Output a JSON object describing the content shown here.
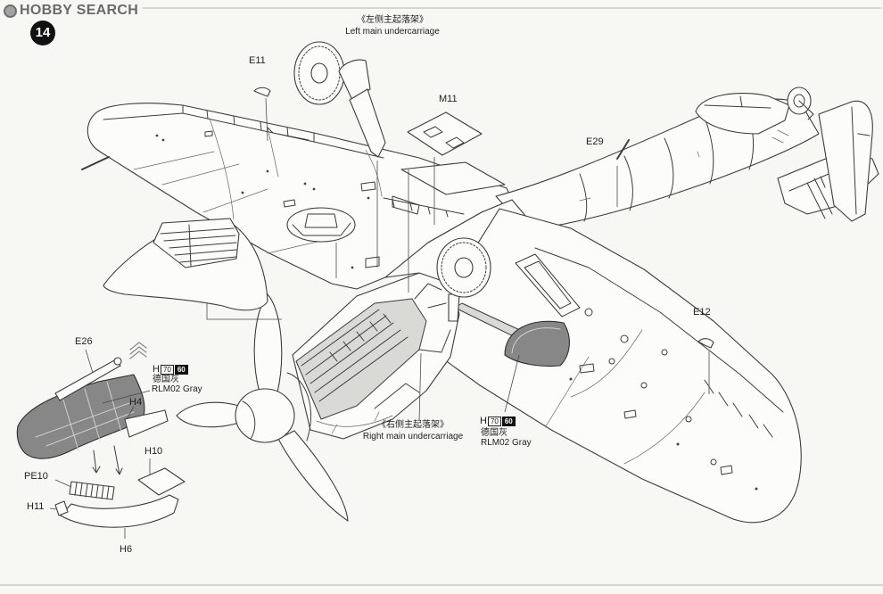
{
  "watermark": {
    "text": "HOBBY SEARCH",
    "emblem_icon": "hobby-search-logo-icon"
  },
  "step": {
    "number": "14"
  },
  "callouts": {
    "left_undercarriage": {
      "zh": "《左侧主起落架》",
      "en": "Left main undercarriage"
    },
    "right_undercarriage": {
      "zh": "《右侧主起落架》",
      "en": "Right main undercarriage"
    }
  },
  "parts": {
    "e11": "E11",
    "m11": "M11",
    "e29": "E29",
    "e12": "E12",
    "e26": "E26",
    "h4": "H4",
    "h10": "H10",
    "pe10": "PE10",
    "h11": "H11",
    "h6": "H6"
  },
  "paint_notes": [
    {
      "paint_letter": "H",
      "code_primary": "70",
      "code_secondary": "60",
      "name_zh": "德国灰",
      "name_en": "RLM02 Gray"
    },
    {
      "paint_letter": "H",
      "code_primary": "70",
      "code_secondary": "60",
      "name_zh": "德国灰",
      "name_en": "RLM02 Gray"
    }
  ],
  "icons": {
    "stripes_mark": "stripes-mark-icon"
  },
  "colors": {
    "paper": "#f7f7f4",
    "ink": "#3c3c3c",
    "painted_part_fill": "#878787",
    "watermark": "#6a6a6a"
  }
}
